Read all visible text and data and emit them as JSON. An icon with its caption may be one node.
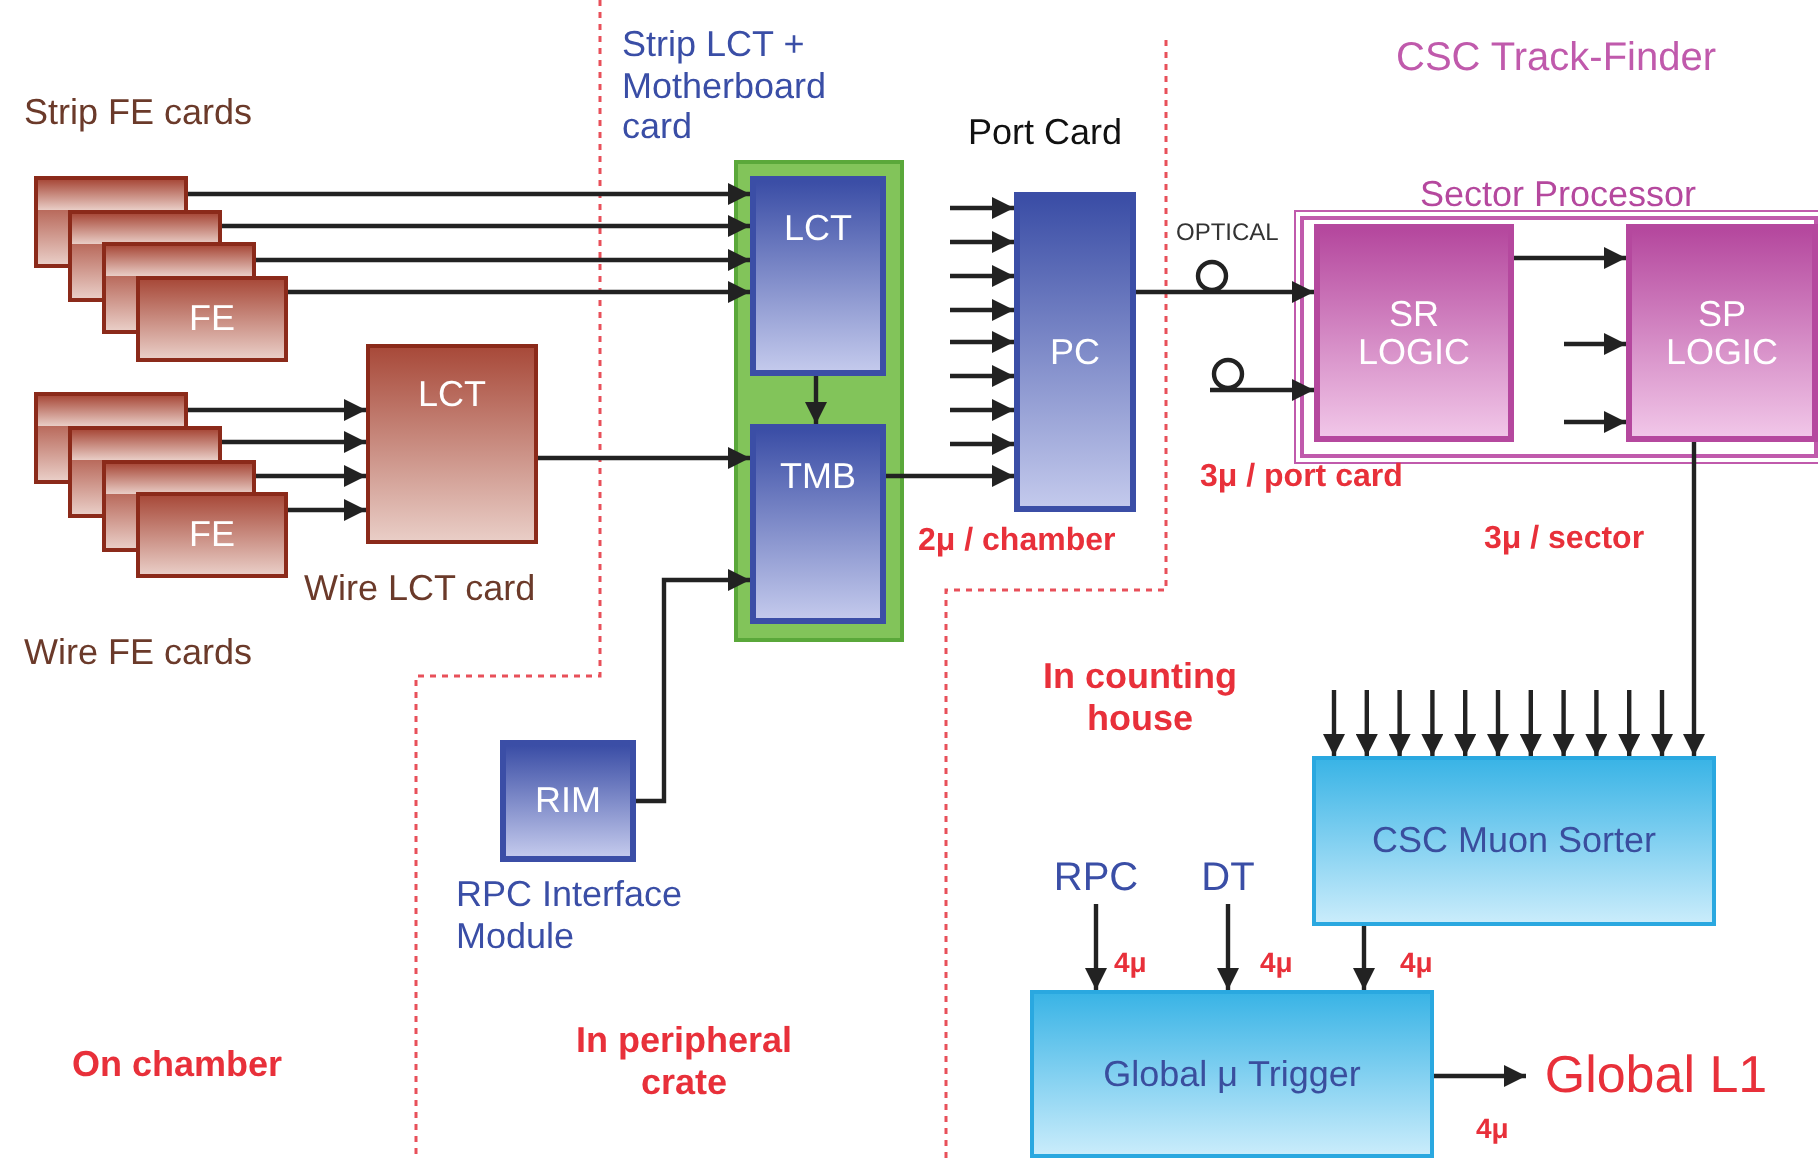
{
  "diagram": {
    "nodes": [
      {
        "text": [],
        "shape": "box"
      },
      {
        "text": [],
        "shape": "box"
      },
      {
        "text": [],
        "shape": "box"
      },
      {
        "text": [
          "FE"
        ]
      },
      {
        "text": [],
        "shape": "box"
      },
      {
        "text": [],
        "shape": "box"
      },
      {
        "text": [],
        "shape": "box"
      },
      {
        "text": [
          "FE"
        ]
      },
      {
        "text": [
          "LCT"
        ],
        "beside": [
          "Wire LCT card"
        ]
      },
      {
        "text": [
          "Strip LCT + Motherboard card"
        ]
      },
      {
        "text": [
          "LCT"
        ],
        "in": 9
      },
      {
        "text": [
          "TMB"
        ],
        "in": 9
      },
      {
        "text": [
          "RIM"
        ],
        "beside": [
          "RPC Interface Module"
        ]
      },
      {
        "text": [
          "PC"
        ],
        "beside": [
          "Port Card"
        ]
      },
      {
        "text": [
          "Sector Processor"
        ]
      },
      {
        "text": [
          "SR LOGIC"
        ],
        "in": 14
      },
      {
        "text": [
          "SP LOGIC"
        ],
        "in": 14
      },
      {
        "text": [
          "CSC Muon Sorter"
        ]
      },
      {
        "text": [
          "Global μ Trigger"
        ]
      },
      {
        "text": [
          "RPC"
        ]
      },
      {
        "text": [
          "DT"
        ]
      },
      {
        "text": [
          "Global L1"
        ]
      }
    ],
    "edges": [
      {
        "from": 0,
        "to": 10,
        "arrow": "to"
      },
      {
        "from": 1,
        "to": 10,
        "arrow": "to"
      },
      {
        "from": 2,
        "to": 10,
        "arrow": "to"
      },
      {
        "from": 3,
        "to": 10,
        "arrow": "to"
      },
      {
        "from": 4,
        "to": 8,
        "arrow": "to"
      },
      {
        "from": 5,
        "to": 8,
        "arrow": "to"
      },
      {
        "from": 6,
        "to": 8,
        "arrow": "to"
      },
      {
        "from": 7,
        "to": 8,
        "arrow": "to"
      },
      {
        "from": 8,
        "to": 11,
        "arrow": "to"
      },
      {
        "from": 10,
        "to": 11,
        "arrow": "to"
      },
      {
        "from": 12,
        "to": 11,
        "arrow": "to"
      },
      {
        "from": 11,
        "to": 13,
        "arrow": "to"
      },
      {
        "from": null,
        "to": 13,
        "arrow": "to"
      },
      {
        "from": null,
        "to": 13,
        "arrow": "to"
      },
      {
        "from": null,
        "to": 13,
        "arrow": "to"
      },
      {
        "from": null,
        "to": 13,
        "arrow": "to"
      },
      {
        "from": null,
        "to": 13,
        "arrow": "to"
      },
      {
        "from": null,
        "to": 13,
        "arrow": "to"
      },
      {
        "from": null,
        "to": 13,
        "arrow": "to"
      },
      {
        "from": null,
        "to": 13,
        "arrow": "to"
      },
      {
        "from": 13,
        "to": 15,
        "arrow": "to",
        "label": "OPTICAL"
      },
      {
        "from": null,
        "to": 15,
        "arrow": "to"
      },
      {
        "from": 15,
        "to": 16,
        "arrow": "to"
      },
      {
        "from": null,
        "to": 16,
        "arrow": "to"
      },
      {
        "from": null,
        "to": 16,
        "arrow": "to"
      },
      {
        "from": 16,
        "to": 17,
        "arrow": "to"
      },
      {
        "from": null,
        "to": 17,
        "arrow": "to"
      },
      {
        "from": null,
        "to": 17,
        "arrow": "to"
      },
      {
        "from": null,
        "to": 17,
        "arrow": "to"
      },
      {
        "from": null,
        "to": 17,
        "arrow": "to"
      },
      {
        "from": null,
        "to": 17,
        "arrow": "to"
      },
      {
        "from": null,
        "to": 17,
        "arrow": "to"
      },
      {
        "from": null,
        "to": 17,
        "arrow": "to"
      },
      {
        "from": null,
        "to": 17,
        "arrow": "to"
      },
      {
        "from": null,
        "to": 17,
        "arrow": "to"
      },
      {
        "from": null,
        "to": 17,
        "arrow": "to"
      },
      {
        "from": null,
        "to": 17,
        "arrow": "to"
      },
      {
        "from": 19,
        "to": 18,
        "arrow": "to"
      },
      {
        "from": 20,
        "to": 18,
        "arrow": "to"
      },
      {
        "from": 17,
        "to": 18,
        "arrow": "to"
      },
      {
        "from": 18,
        "to": 21,
        "arrow": "to"
      }
    ],
    "labels": [
      "CSC Track-Finder",
      "Strip FE cards",
      "Wire FE cards",
      "2μ / chamber",
      "3μ / port card",
      "3μ / sector",
      "In counting house",
      "4μ",
      "4μ",
      "4μ",
      "4μ",
      "On chamber",
      "In peripheral crate"
    ]
  }
}
